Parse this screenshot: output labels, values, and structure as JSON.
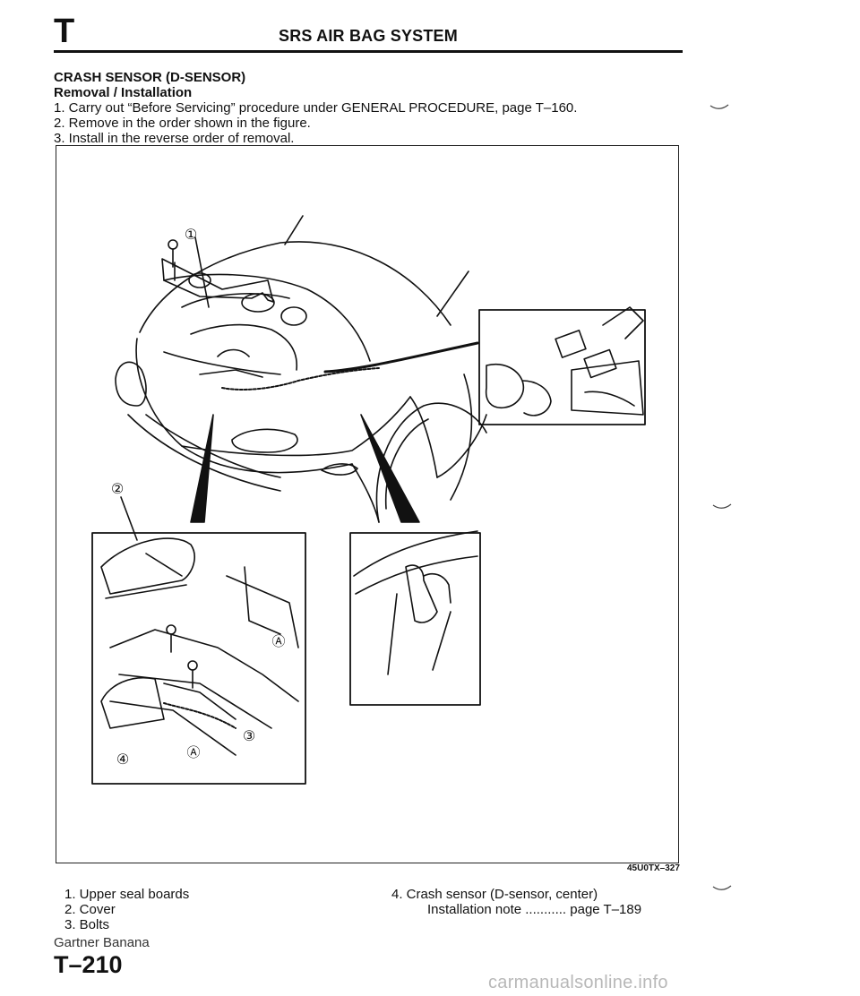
{
  "header": {
    "section_letter": "T",
    "title": "SRS AIR BAG SYSTEM"
  },
  "intro": {
    "heading": "CRASH SENSOR (D-SENSOR)",
    "subheading": "Removal / Installation",
    "steps": [
      "1. Carry out “Before Servicing” procedure under GENERAL PROCEDURE, page T–160.",
      "2. Remove in the order shown in the figure.",
      "3. Install in the reverse order of removal."
    ]
  },
  "figure": {
    "callouts": [
      "①",
      "②",
      "③",
      "④",
      "Ⓐ"
    ],
    "code": "45U0TX–327"
  },
  "legend": {
    "left": [
      "1. Upper seal boards",
      "2. Cover",
      "3. Bolts"
    ],
    "right_item": "4. Crash sensor (D-sensor, center)",
    "right_note_label": "Installation note",
    "right_note_dots": "...........",
    "right_note_page": "page T–189"
  },
  "footer": {
    "watermark": "Gartner Banana",
    "page_number": "T–210",
    "site": "carmanualsonline.info"
  }
}
